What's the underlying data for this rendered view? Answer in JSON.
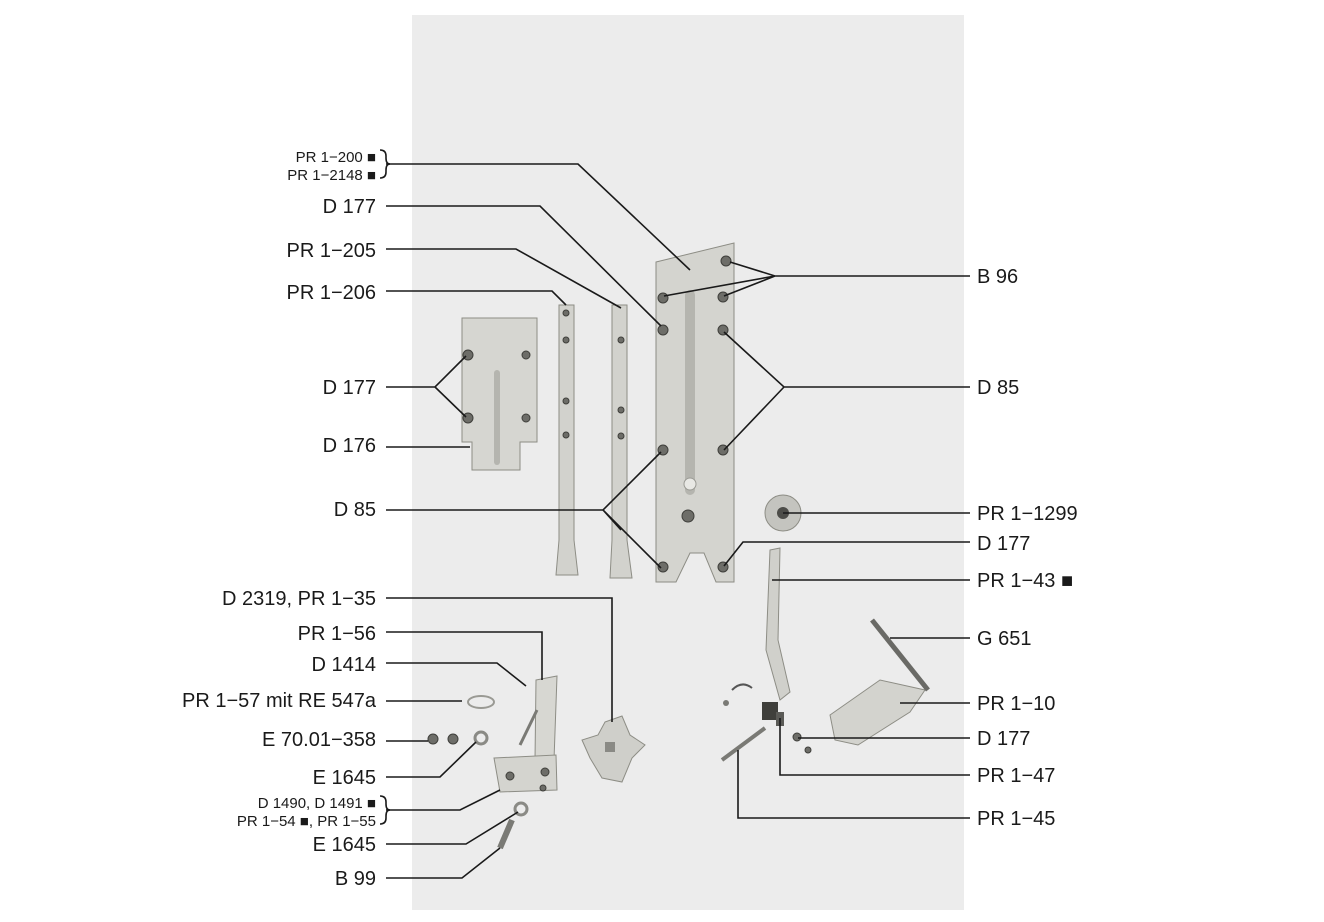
{
  "labels_left": [
    {
      "id": "pr1-200",
      "text": "PR 1−200 ■"
    },
    {
      "id": "pr1-2148",
      "text": "PR 1−2148 ■"
    },
    {
      "id": "d177-a",
      "text": "D 177"
    },
    {
      "id": "pr1-205",
      "text": "PR 1−205"
    },
    {
      "id": "pr1-206",
      "text": "PR 1−206"
    },
    {
      "id": "d177-b",
      "text": "D 177"
    },
    {
      "id": "d176",
      "text": "D 176"
    },
    {
      "id": "d85-b",
      "text": "D 85"
    },
    {
      "id": "d2319",
      "text": "D 2319, PR 1−35"
    },
    {
      "id": "pr1-56",
      "text": "PR 1−56"
    },
    {
      "id": "d1414",
      "text": "D 1414"
    },
    {
      "id": "pr1-57",
      "text": "PR 1−57 mit RE 547a"
    },
    {
      "id": "e70",
      "text": "E 70.01−358"
    },
    {
      "id": "e1645-a",
      "text": "E 1645"
    },
    {
      "id": "d1490",
      "text": "D 1490, D 1491 ■"
    },
    {
      "id": "pr1-54",
      "text": "PR 1−54 ■, PR 1−55"
    },
    {
      "id": "e1645-b",
      "text": "E 1645"
    },
    {
      "id": "b99",
      "text": "B 99"
    }
  ],
  "labels_right": [
    {
      "id": "b96",
      "text": "B 96"
    },
    {
      "id": "d85-a",
      "text": "D 85"
    },
    {
      "id": "pr1-1299",
      "text": "PR 1−1299"
    },
    {
      "id": "d177-c",
      "text": "D 177"
    },
    {
      "id": "pr1-43",
      "text": "PR 1−43 ■"
    },
    {
      "id": "g651",
      "text": "G 651"
    },
    {
      "id": "pr1-10",
      "text": "PR 1−10"
    },
    {
      "id": "d177-d",
      "text": "D 177"
    },
    {
      "id": "pr1-47",
      "text": "PR 1−47"
    },
    {
      "id": "pr1-45",
      "text": "PR 1−45"
    }
  ]
}
